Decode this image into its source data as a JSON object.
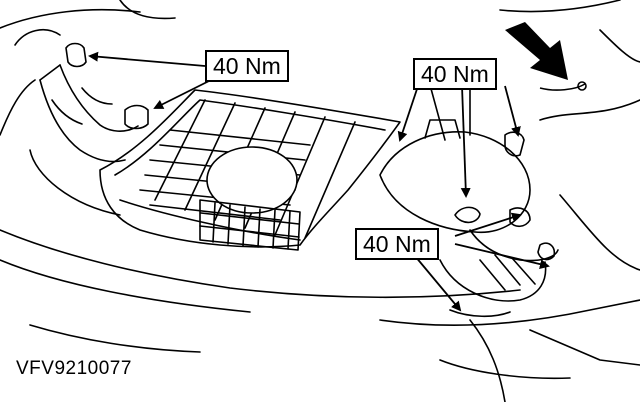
{
  "labels": {
    "torque_top_left": "40 Nm",
    "torque_top_right": "40 Nm",
    "torque_bottom": "40 Nm"
  },
  "reference_code": "VFV9210077",
  "colors": {
    "ink": "#000000",
    "paper": "#ffffff"
  }
}
